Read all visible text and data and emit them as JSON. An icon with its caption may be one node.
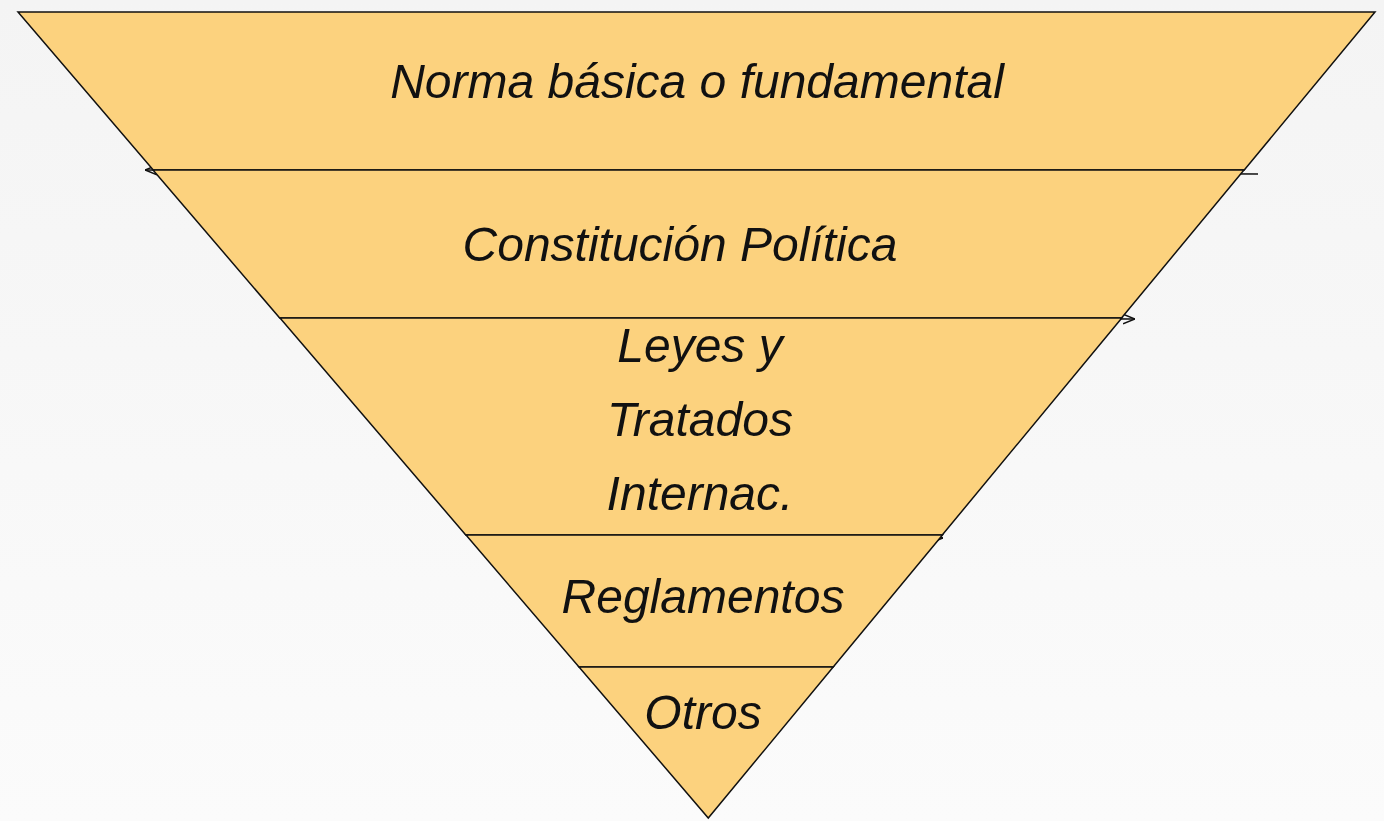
{
  "diagram": {
    "nodes": [
      {
        "text": [
          "Norma básica o fundamental"
        ]
      },
      {
        "text": [
          "Constitución Política"
        ]
      },
      {
        "text": [
          "Leyes y Tratados Internac."
        ]
      },
      {
        "text": [
          "Reglamentos"
        ]
      },
      {
        "text": [
          "Otros"
        ]
      }
    ]
  }
}
